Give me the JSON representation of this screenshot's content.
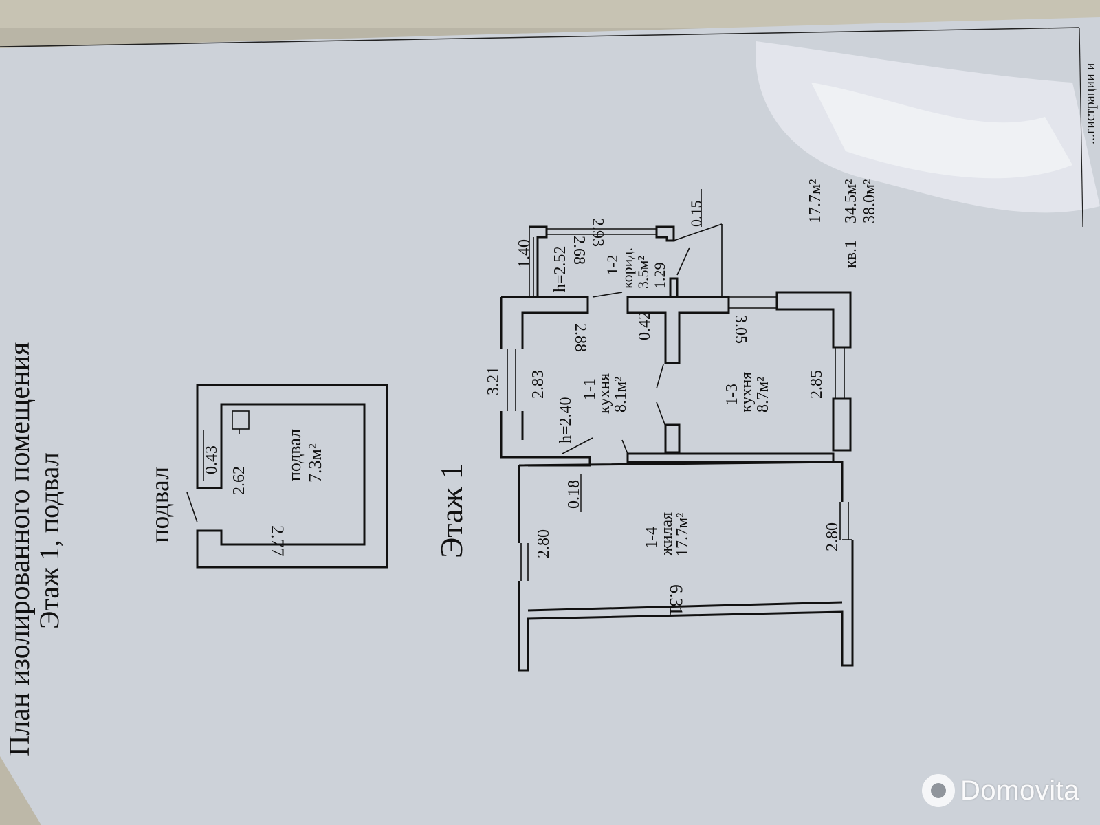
{
  "title": "План изолированного помещения",
  "subtitle": "Этаж 1, подвал",
  "colors": {
    "paper": "#cdd2d9",
    "ink": "#111111",
    "table_edge": "#bdb8a8"
  },
  "basement": {
    "heading": "подвал",
    "room_name": "подвал",
    "room_area": "7.3м²",
    "dim_length": "2.77",
    "dim_width": "2.62",
    "dim_small": "0.43"
  },
  "floor": {
    "heading": "Этаж 1",
    "rooms": [
      {
        "id": "1-1",
        "name": "кухня",
        "area": "8.1м²"
      },
      {
        "id": "1-2",
        "name": "корид.",
        "area": "3.5м²"
      },
      {
        "id": "1-3",
        "name": "кухня",
        "area": "8.7м²"
      },
      {
        "id": "1-4",
        "name": "жилая",
        "area": "17.7м²"
      }
    ],
    "dims": {
      "d_2_93": "2.93",
      "d_2_68": "2.68",
      "d_1_40": "1.40",
      "d_h_2_52": "h=2.52",
      "d_1_29": "1.29",
      "d_0_15": "0.15",
      "d_2_88": "2.88",
      "d_0_42": "0.42",
      "d_3_05": "3.05",
      "d_3_21": "3.21",
      "d_2_83": "2.83",
      "d_h_2_40": "h=2.40",
      "d_2_85": "2.85",
      "d_0_18": "0.18",
      "d_2_80_left": "2.80",
      "d_2_80_right": "2.80",
      "d_6_31": "6.31"
    }
  },
  "summary": {
    "area_living": "17.7м²",
    "apt_label": "кв.1",
    "area_total_1": "34.5м²",
    "area_total_2": "38.0м²"
  },
  "side_note": "...гистрации и",
  "watermark": "Domovita"
}
